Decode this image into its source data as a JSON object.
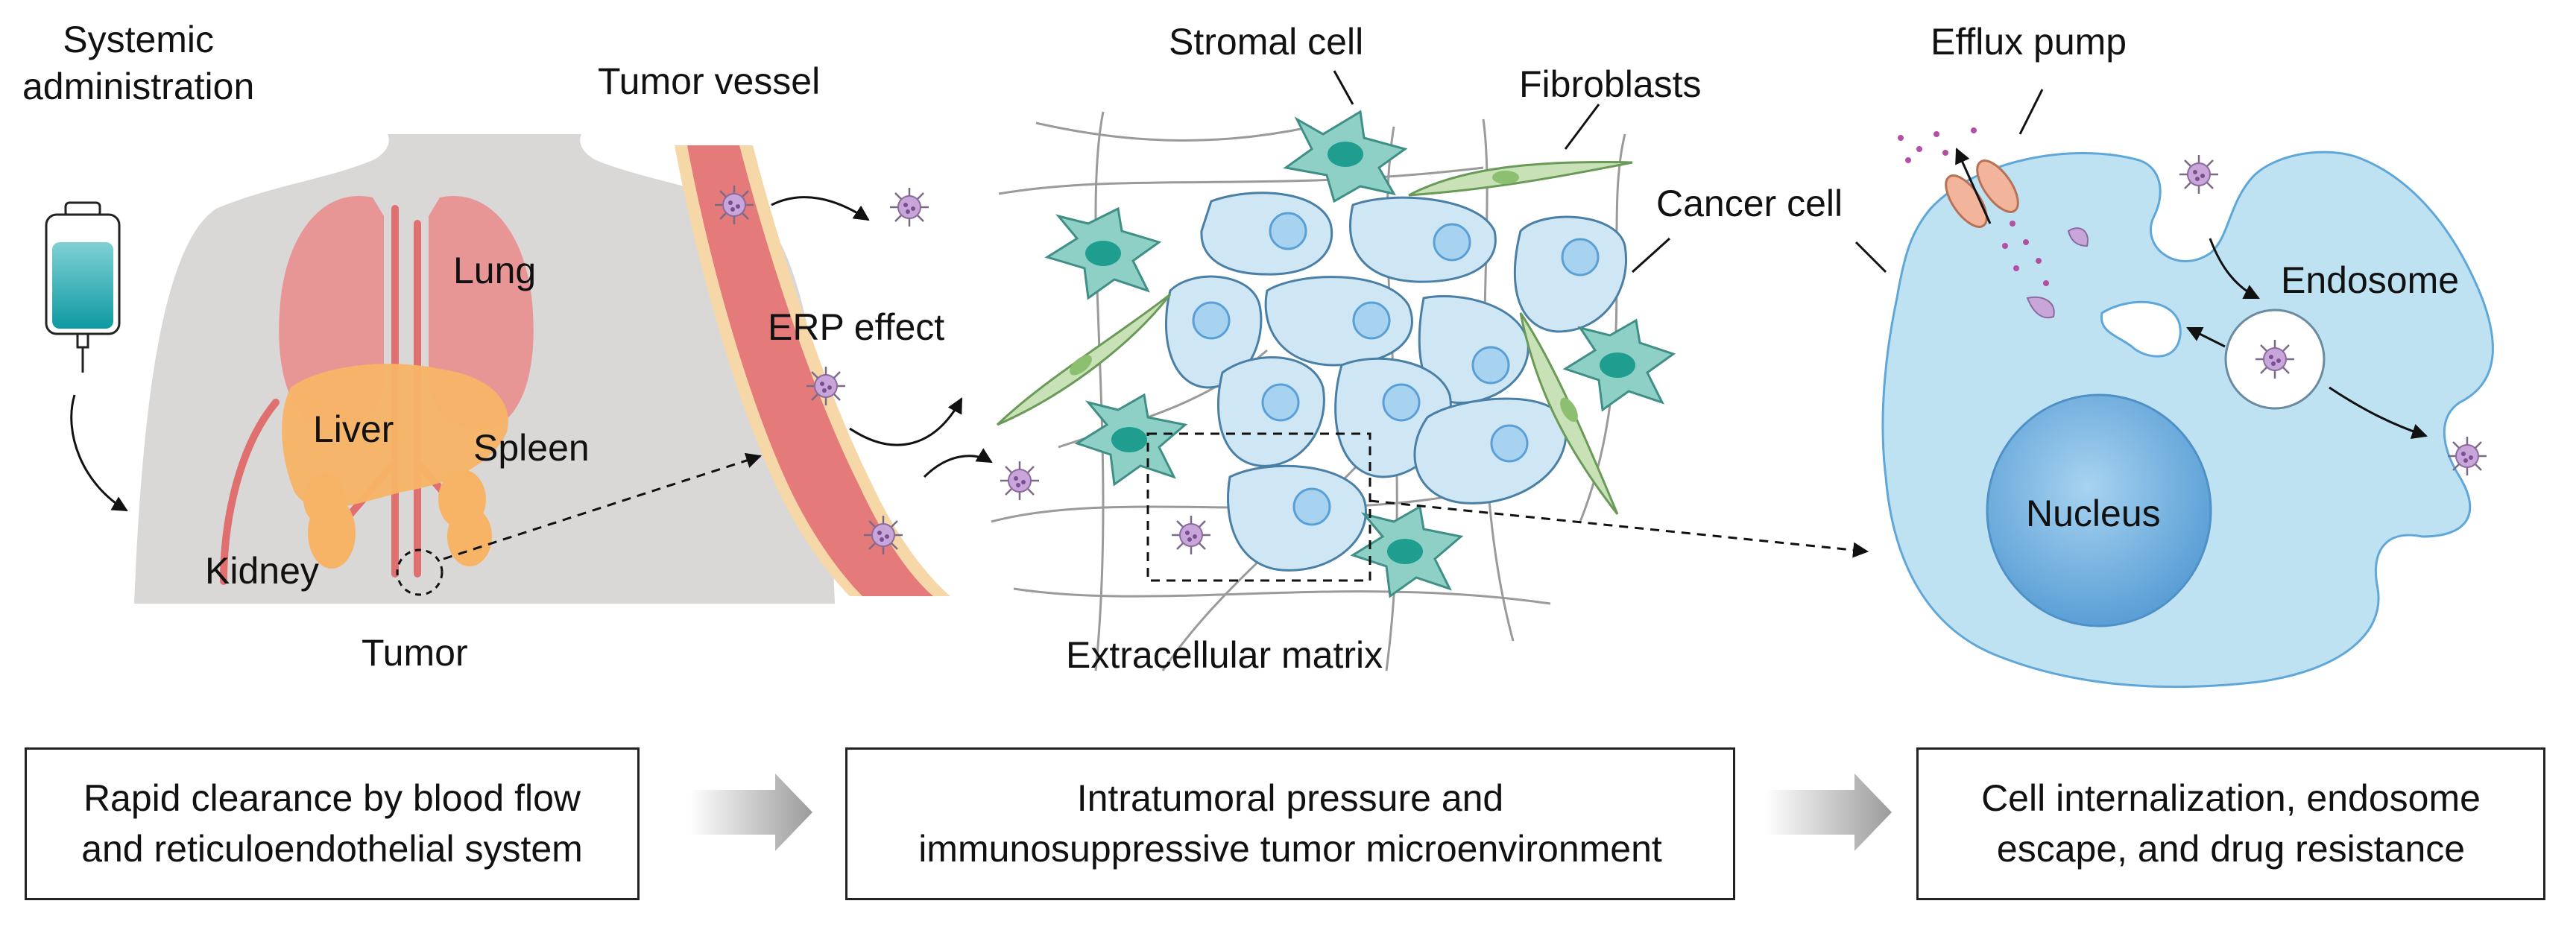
{
  "labels": {
    "systemic_1": "Systemic",
    "systemic_2": "administration",
    "lung": "Lung",
    "liver": "Liver",
    "spleen": "Spleen",
    "kidney": "Kidney",
    "tumor": "Tumor",
    "tumor_vessel": "Tumor vessel",
    "erp_effect": "ERP effect",
    "stromal_cell": "Stromal cell",
    "fibroblasts": "Fibroblasts",
    "cancer_cell": "Cancer cell",
    "extracellular_matrix": "Extracellular matrix",
    "efflux_pump": "Efflux pump",
    "endosome": "Endosome",
    "nucleus": "Nucleus"
  },
  "boxes": [
    {
      "line1": "Rapid clearance by blood flow",
      "line2": "and reticuloendothelial system"
    },
    {
      "line1": "Intratumoral pressure and",
      "line2": "immunosuppressive tumor microenvironment"
    },
    {
      "line1": "Cell internalization, endosome",
      "line2": "escape, and drug resistance"
    }
  ],
  "colors": {
    "body": "#d9d8d6",
    "lung": "#e9908f",
    "liver": "#f7b466",
    "vessel": "#e57a7a",
    "vessel_wall": "#f6d7a8",
    "cancer_cell": "#cfe6f4",
    "stromal_cell": "#8fd0c6",
    "fibroblast": "#c8e1b6",
    "big_cell": "#aed9ef",
    "nucleus": "#5fa7d9",
    "nanoparticle": "#c9a6d9",
    "arrow_gray": "#a8a8a8"
  }
}
